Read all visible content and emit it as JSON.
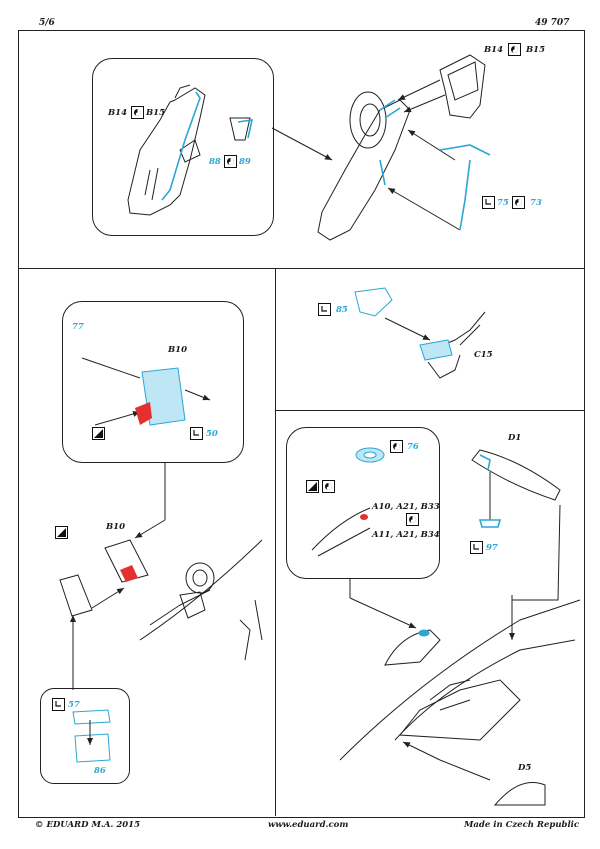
{
  "header": {
    "page": "5/6",
    "code": "49 707"
  },
  "footer": {
    "copyright": "© EDUARD  M.A. 2015",
    "website": "www.eduard.com",
    "origin": "Made in Czech Republic"
  },
  "panel_top": {
    "inset_ref_b14": "B14",
    "inset_ref_b15": "B15",
    "inset_part_88": "88",
    "inset_part_89": "89",
    "ref_b14": "B14",
    "ref_b15": "B15",
    "part_75": "75",
    "part_73": "73"
  },
  "panel_left": {
    "part_77": "77",
    "ref_b10_inset": "B10",
    "part_50": "50",
    "ref_b10": "B10",
    "part_57": "57",
    "part_86": "86"
  },
  "panel_right_top": {
    "part_85": "85",
    "ref_c15": "C15"
  },
  "panel_right_bottom": {
    "part_76": "76",
    "ref_a10_line": "A10, A21, B33",
    "ref_a11_line": "A11, A21, B34",
    "ref_d1": "D1",
    "part_97": "97",
    "ref_d5": "D5"
  },
  "icons": {
    "bend": "bend-icon",
    "flip": "flip-side-icon",
    "paint": "paint-icon"
  },
  "colors": {
    "photo_etch": "#2aa7d6",
    "highlight": "#e53030",
    "line": "#222222"
  }
}
